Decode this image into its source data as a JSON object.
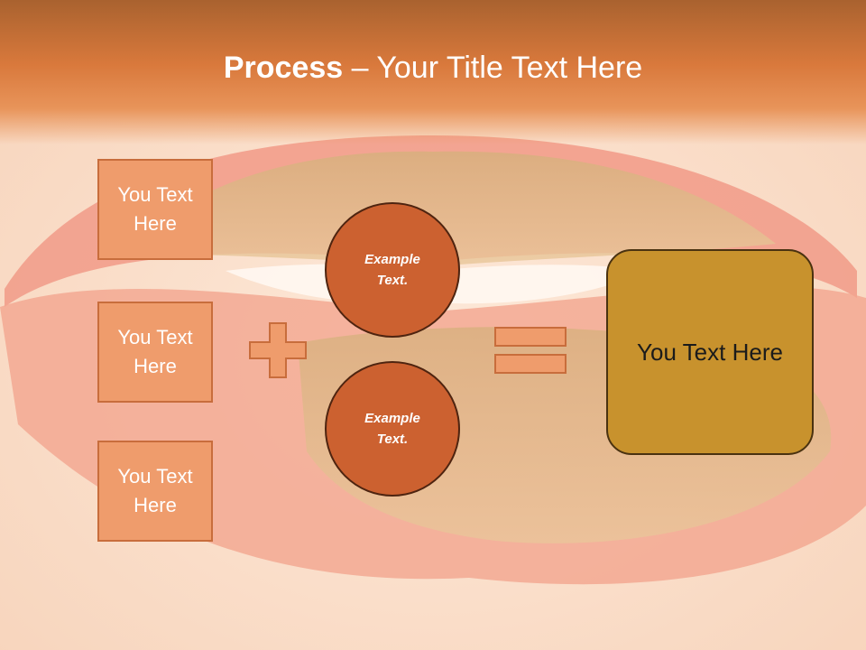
{
  "slide": {
    "title_bold": "Process",
    "title_rest": " – Your Title Text Here",
    "left_boxes": [
      {
        "label": "You Text Here"
      },
      {
        "label": "You Text Here"
      },
      {
        "label": "You Text Here"
      }
    ],
    "circles": [
      {
        "label": "Example Text."
      },
      {
        "label": "Example Text."
      }
    ],
    "result_label": "You Text Here",
    "operators": {
      "plus_icon": "plus-sign",
      "equals_icon": "equals-sign"
    },
    "colors": {
      "header": "#d9793c",
      "box_fill": "#ef9c6c",
      "box_border": "#c86d3c",
      "circle_fill": "#cc6130",
      "result_fill": "#c8922d",
      "title_text": "#ffffff"
    },
    "background_image": "lips-closeup-photo"
  }
}
